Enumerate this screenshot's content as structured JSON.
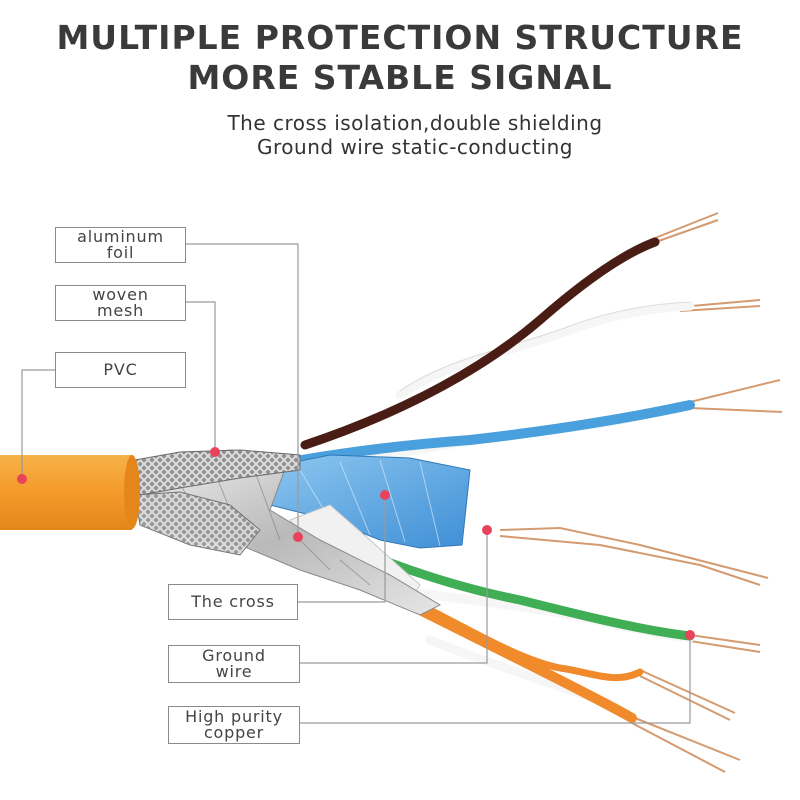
{
  "header": {
    "title_line1": "MULTIPLE PROTECTION STRUCTURE",
    "title_line2": "MORE STABLE SIGNAL",
    "subtitle_line1": "The cross isolation,double shielding",
    "subtitle_line2": "Ground wire static-conducting"
  },
  "labels": {
    "aluminum_foil": [
      "aluminum",
      "foil"
    ],
    "woven_mesh": [
      "woven",
      "mesh"
    ],
    "pvc": "PVC",
    "the_cross": "The cross",
    "ground_wire": [
      "Ground",
      "wire"
    ],
    "high_purity_copper": [
      "High purity",
      "copper"
    ]
  },
  "colors": {
    "jacket": "#f39a2a",
    "marker": "#e8435a",
    "leader": "#9a9a9a",
    "brown_pair": "#4a1d14",
    "blue_pair": "#4aa0dc",
    "green_pair": "#3fae55",
    "orange_pair": "#f08a2a",
    "copper": "#d49a70"
  }
}
